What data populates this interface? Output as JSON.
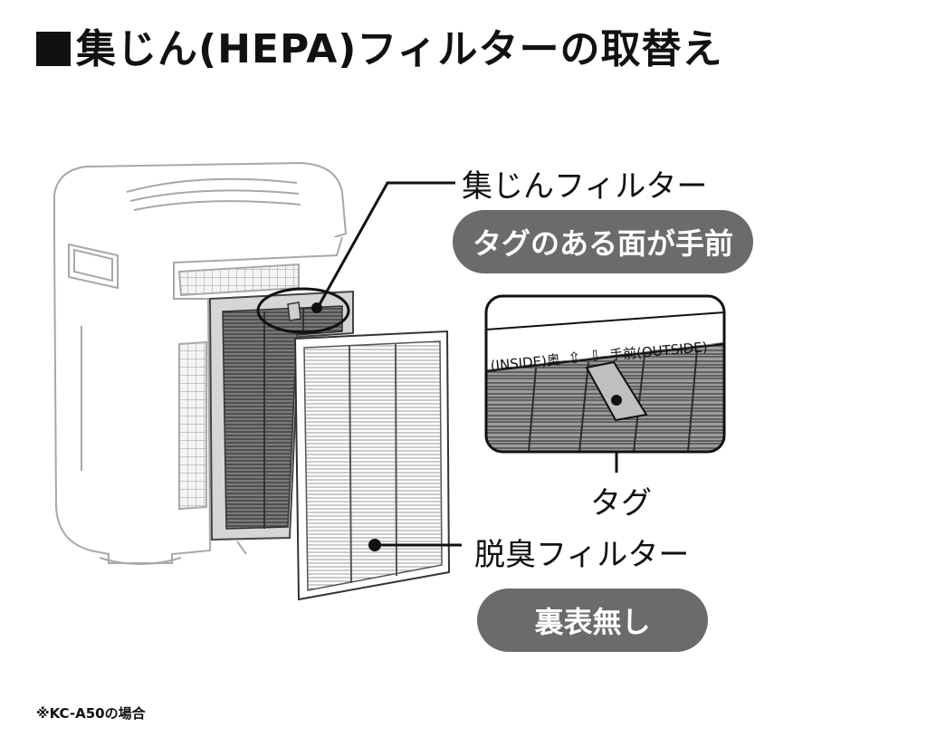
{
  "title": "集じん(HEPA)フィルターの取替え",
  "labels": {
    "dust_filter": "集じんフィルター",
    "dust_filter_note": "タグのある面が手前",
    "tag": "タグ",
    "deodorizing_filter": "脱臭フィルター",
    "deodorizing_filter_note": "裏表無し",
    "inset_inside": "(INSIDE)奥",
    "inset_arrow_up": "⇧",
    "inset_arrow_down": "⇩",
    "inset_outside": "手前(OUTSIDE)"
  },
  "footnote": "※KC-A50の場合"
}
